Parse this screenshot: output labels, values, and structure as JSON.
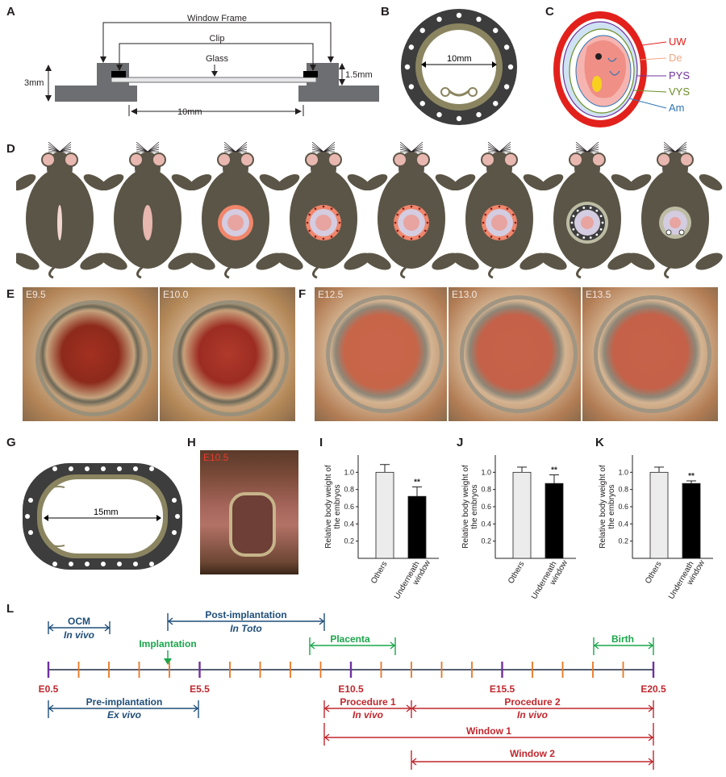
{
  "panels": {
    "A": "A",
    "B": "B",
    "C": "C",
    "D": "D",
    "E": "E",
    "F": "F",
    "G": "G",
    "H": "H",
    "I": "I",
    "J": "J",
    "K": "K",
    "L": "L"
  },
  "panelA": {
    "window_frame": "Window Frame",
    "clip": "Clip",
    "glass": "Glass",
    "dim_3mm": "3mm",
    "dim_1_5mm": "1.5mm",
    "dim_10mm": "10mm"
  },
  "panelB": {
    "dim": "10mm"
  },
  "panelC": {
    "labels": [
      {
        "text": "UW",
        "color": "#e3211c"
      },
      {
        "text": "De",
        "color": "#f4a582"
      },
      {
        "text": "PYS",
        "color": "#7030a0"
      },
      {
        "text": "VYS",
        "color": "#6a8e23"
      },
      {
        "text": "Am",
        "color": "#2e75b6"
      }
    ]
  },
  "panelE": {
    "photos": [
      "E9.5",
      "E10.0"
    ]
  },
  "panelF": {
    "photos": [
      "E12.5",
      "E13.0",
      "E13.5"
    ]
  },
  "panelG": {
    "dim": "15mm"
  },
  "panelH": {
    "photo": "E10.5"
  },
  "chart_data": [
    {
      "panel": "I",
      "type": "bar",
      "categories": [
        "Others",
        "Underneath window"
      ],
      "values": [
        1.0,
        0.72
      ],
      "errors": [
        0.09,
        0.11
      ],
      "significance": "**",
      "ylabel": "Relative body weight of the embryos",
      "yticks": [
        "0.2",
        "0.4",
        "0.6",
        "0.8",
        "1.0"
      ],
      "ylim": [
        0,
        1.2
      ],
      "colors": [
        "#ececec",
        "#000000"
      ]
    },
    {
      "panel": "J",
      "type": "bar",
      "categories": [
        "Others",
        "Underneath window"
      ],
      "values": [
        1.0,
        0.87
      ],
      "errors": [
        0.06,
        0.1
      ],
      "significance": "**",
      "ylabel": "Relative body weight of the embryos",
      "yticks": [
        "0.2",
        "0.4",
        "0.6",
        "0.8",
        "1.0"
      ],
      "ylim": [
        0,
        1.2
      ],
      "colors": [
        "#ececec",
        "#000000"
      ]
    },
    {
      "panel": "K",
      "type": "bar",
      "categories": [
        "Others",
        "Underneath window"
      ],
      "values": [
        1.0,
        0.87
      ],
      "errors": [
        0.06,
        0.03
      ],
      "significance": "**",
      "ylabel": "Relative body weight of the embryos",
      "yticks": [
        "0.2",
        "0.4",
        "0.6",
        "0.8",
        "1.0"
      ],
      "ylim": [
        0,
        1.2
      ],
      "colors": [
        "#ececec",
        "#000000"
      ]
    }
  ],
  "timeline": {
    "ticks": [
      "E0.5",
      "E5.5",
      "E10.5",
      "E15.5",
      "E20.5"
    ],
    "ocm": "OCM",
    "ocm_sub": "In vivo",
    "post": "Post-implantation",
    "post_sub": "In Toto",
    "implantation": "Implantation",
    "placenta": "Placenta",
    "birth": "Birth",
    "pre": "Pre-implantation",
    "pre_sub": "Ex vivo",
    "proc1": "Procedure 1",
    "proc1_sub": "In vivo",
    "proc2": "Procedure 2",
    "proc2_sub": "In vivo",
    "window1": "Window 1",
    "window2": "Window 2",
    "colors": {
      "blue": "#1f4e79",
      "green": "#1aa64a",
      "red": "#c0272d",
      "purple": "#7030a0",
      "orange": "#e87722"
    }
  }
}
